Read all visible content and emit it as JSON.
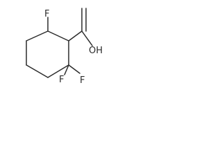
{
  "molecule": {
    "atoms": {
      "f_top": "F",
      "oh": "OH",
      "f_bottom_left": "F",
      "f_bottom_right": "F"
    }
  }
}
